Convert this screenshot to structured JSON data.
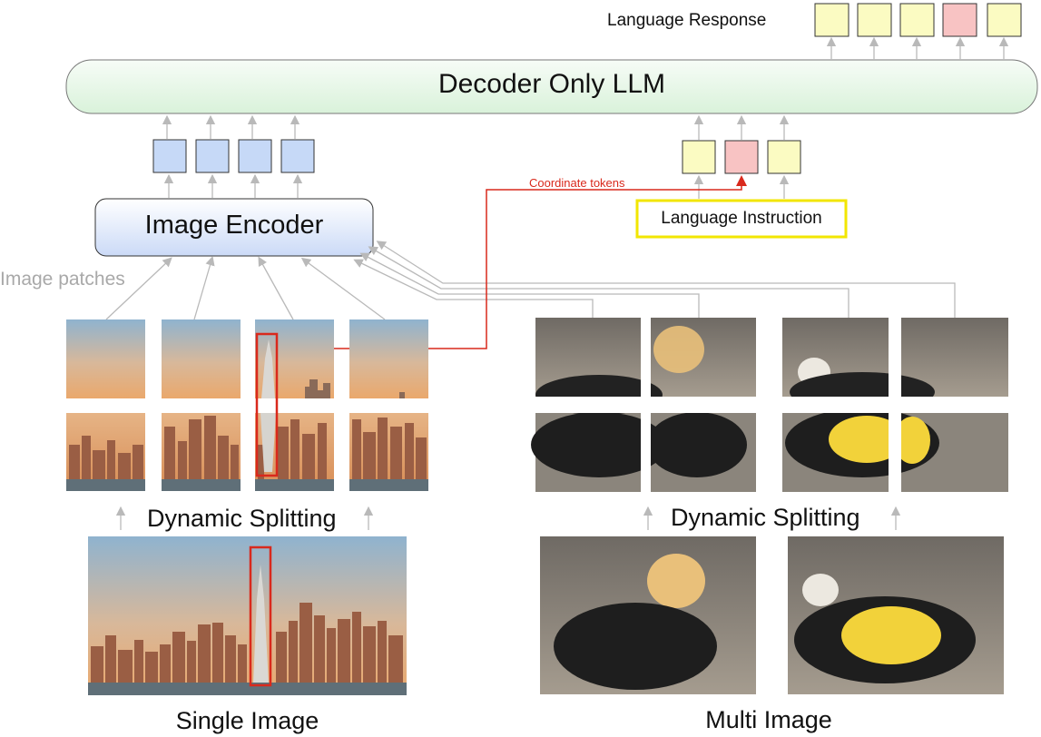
{
  "labels": {
    "language_response": "Language Response",
    "decoder": "Decoder Only LLM",
    "image_encoder": "Image Encoder",
    "image_patches": "Image patches",
    "coordinate_tokens": "Coordinate tokens",
    "language_instruction": "Language Instruction",
    "dynamic_splitting_left": "Dynamic Splitting",
    "dynamic_splitting_right": "Dynamic Splitting",
    "single_image": "Single Image",
    "multi_image": "Multi Image"
  },
  "colors": {
    "image_token": "#c6d9f7",
    "language_token": "#fbfbc2",
    "coordinate_token": "#f8c3c3",
    "highlight_red": "#d9291c",
    "instruction_border": "#f2e600",
    "arrow_gray": "#b9b9b9"
  },
  "tokens": {
    "response": [
      "language",
      "language",
      "language",
      "coordinate",
      "language"
    ],
    "image_encoder_output": [
      "image",
      "image",
      "image",
      "image"
    ],
    "instruction": [
      "language",
      "coordinate",
      "language"
    ]
  }
}
